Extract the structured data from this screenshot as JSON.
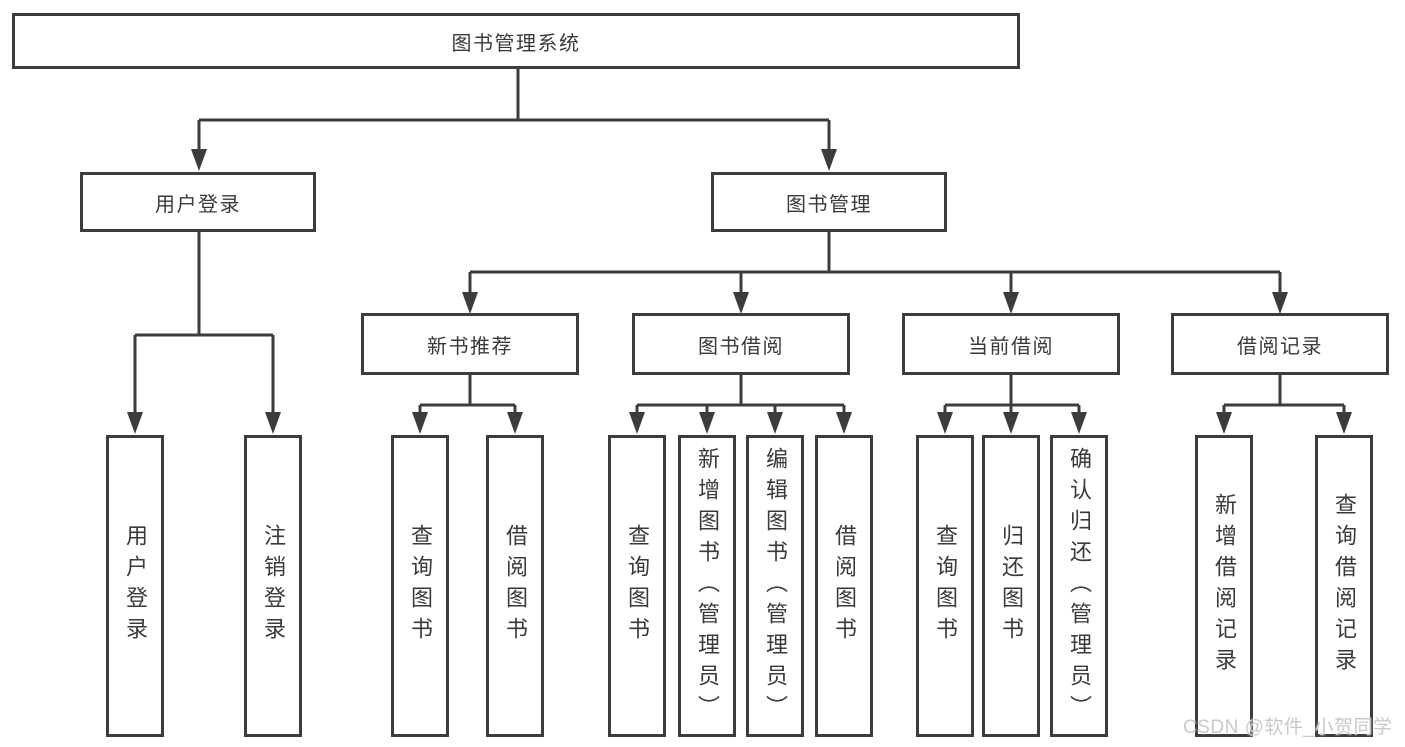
{
  "colors": {
    "line": "#3c3c3c",
    "text": "#3a3a3a",
    "box_bg": "#ffffff",
    "background": "#ffffff",
    "watermark": "#c9c9c9"
  },
  "watermark": {
    "text": "CSDN @软件_小贺同学"
  },
  "tree": {
    "root": {
      "label": "图书管理系统"
    },
    "branches": [
      {
        "label": "用户登录",
        "children": [
          {
            "label": "用户登录"
          },
          {
            "label": "注销登录"
          }
        ]
      },
      {
        "label": "图书管理",
        "sections": [
          {
            "label": "新书推荐",
            "children": [
              {
                "label": "查询图书"
              },
              {
                "label": "借阅图书"
              }
            ]
          },
          {
            "label": "图书借阅",
            "children": [
              {
                "label": "查询图书"
              },
              {
                "label": "新增图书（管理员）"
              },
              {
                "label": "编辑图书（管理员）"
              },
              {
                "label": "借阅图书"
              }
            ]
          },
          {
            "label": "当前借阅",
            "children": [
              {
                "label": "查询图书"
              },
              {
                "label": "归还图书"
              },
              {
                "label": "确认归还（管理员）"
              }
            ]
          },
          {
            "label": "借阅记录",
            "children": [
              {
                "label": "新增借阅记录"
              },
              {
                "label": "查询借阅记录"
              }
            ]
          }
        ]
      }
    ]
  }
}
